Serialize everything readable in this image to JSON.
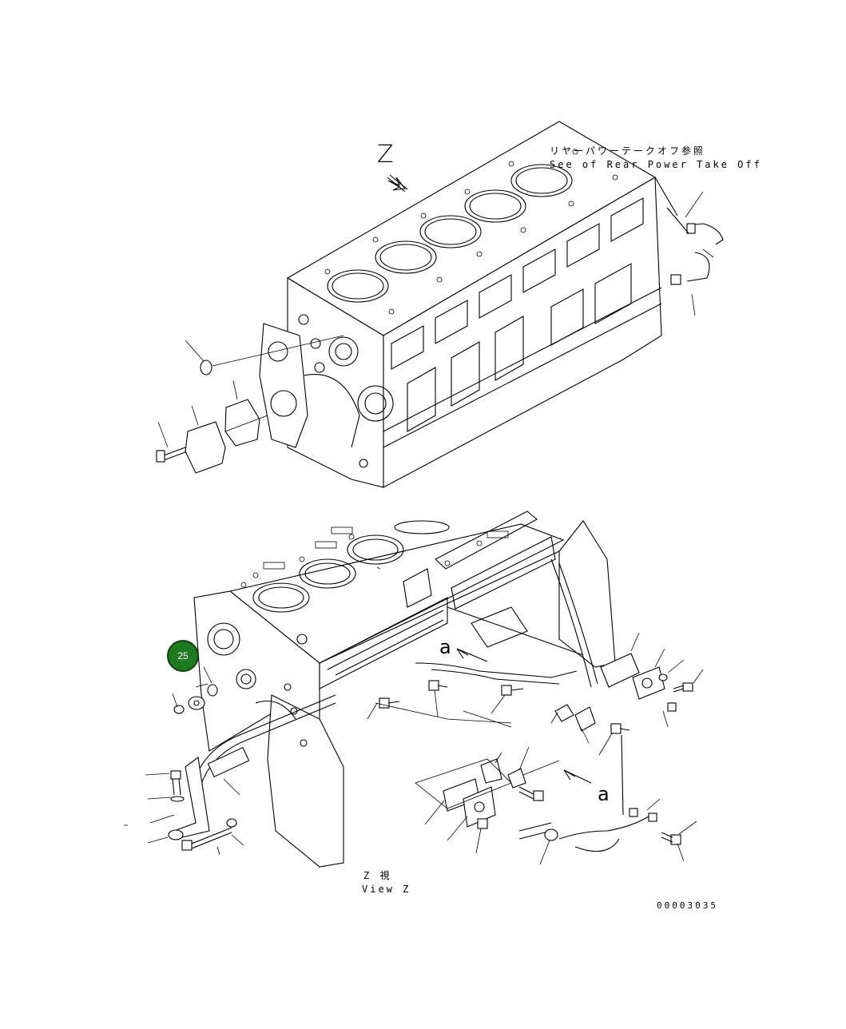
{
  "notes": {
    "rear_pto_jp": "リヤーパワーテークオフ参照",
    "rear_pto_en": "See of Rear Power Take Off"
  },
  "view": {
    "arrow_letter": "Z",
    "caption_jp": "Z 視",
    "caption_en": "View Z"
  },
  "labels": {
    "a_upper": "a",
    "a_lower": "a"
  },
  "callout": {
    "number": "25",
    "color": "#1e7a1e"
  },
  "drawing_number": "00003035"
}
